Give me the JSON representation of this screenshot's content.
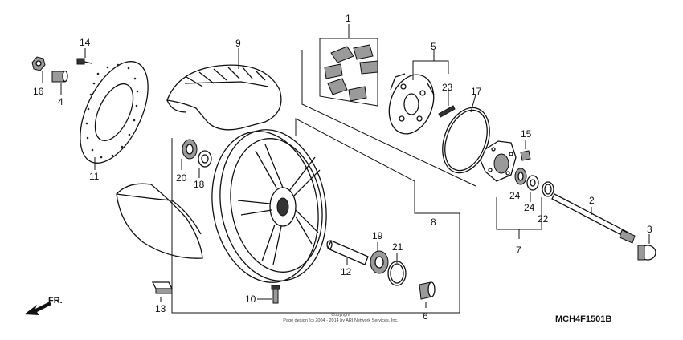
{
  "diagram": {
    "part_labels": [
      "1",
      "2",
      "3",
      "4",
      "5",
      "6",
      "7",
      "8",
      "9",
      "10",
      "11",
      "12",
      "13",
      "14",
      "15",
      "16",
      "17",
      "18",
      "19",
      "20",
      "21",
      "22",
      "23",
      "24",
      "24"
    ],
    "diagram_code": "MCH4F1501B",
    "direction_label": "FR.",
    "copyright": {
      "line1": "Copyright",
      "line2": "Page design (c) 2004 - 2014 by ARI Network Services, Inc."
    }
  }
}
